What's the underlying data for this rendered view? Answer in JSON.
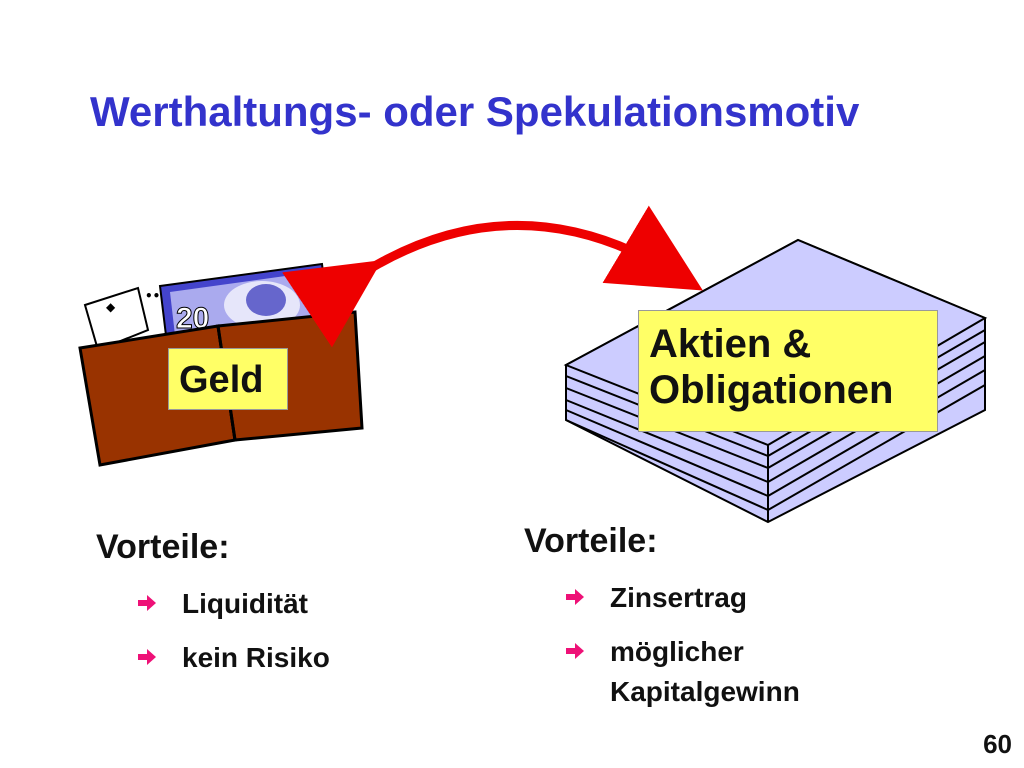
{
  "slide": {
    "title": "Werthaltungs- oder Spekulationsmotiv",
    "page_number": "60"
  },
  "money": {
    "label": "Geld",
    "banknote_value": "20",
    "advantages_heading": "Vorteile:",
    "advantages": [
      "Liquidität",
      "kein Risiko"
    ]
  },
  "securities": {
    "label_line1": "Aktien &",
    "label_line2": "Obligationen",
    "advantages_heading": "Vorteile:",
    "advantages": [
      "Zinsertrag",
      "möglicher",
      "Kapitalgewinn"
    ]
  },
  "colors": {
    "title": "#3333cc",
    "arrow": "#ee0000",
    "label_bg": "#ffff66",
    "wallet": "#993300",
    "paper": "#ccccff",
    "bullet": "#ee1177"
  },
  "icons": {
    "exchange_arrow": "double-headed-red-arrow",
    "wallet": "wallet-with-banknote",
    "paper_stack": "stack-of-securities",
    "bullet": "right-arrow-bullet"
  }
}
